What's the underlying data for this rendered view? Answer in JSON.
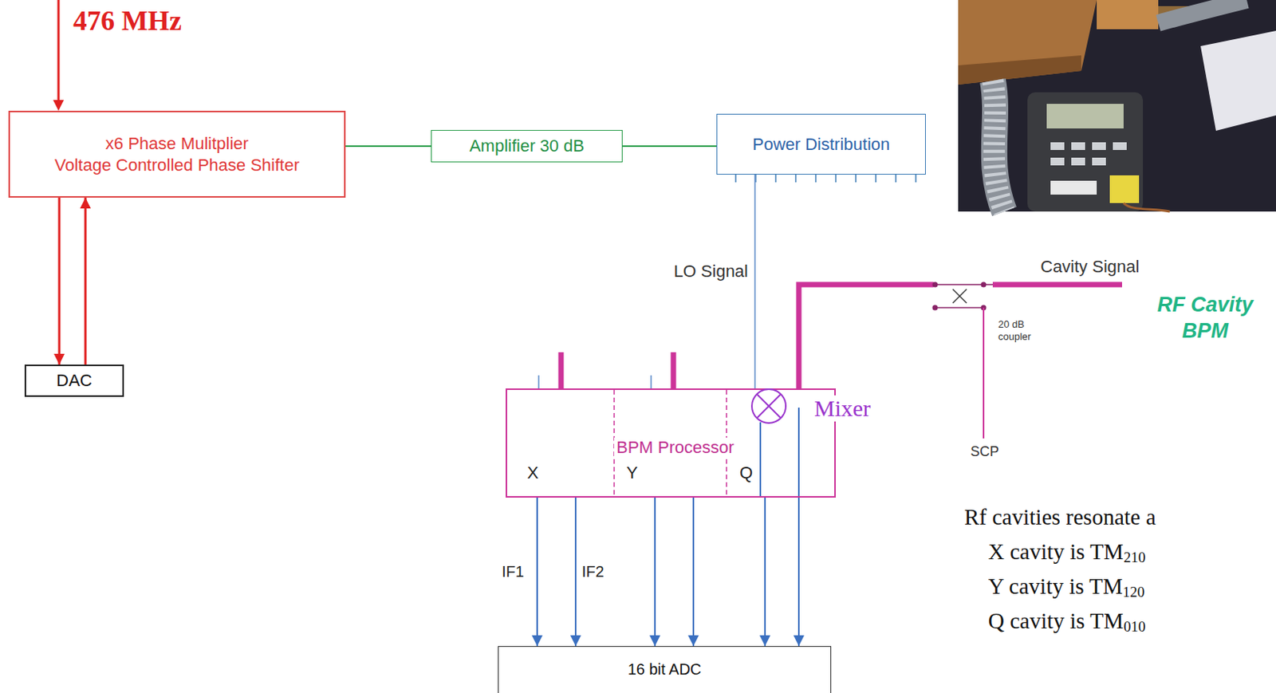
{
  "diagram": {
    "nodes": [
      {
        "text": [
          "x6 Phase Mulitplier",
          "Voltage Controlled Phase Shifter"
        ]
      },
      {
        "text": [
          "Amplifier 30 dB"
        ]
      },
      {
        "text": [
          "Power Distribution"
        ]
      },
      {
        "text": [
          "DAC"
        ]
      },
      {
        "text": [
          "BPM Processor"
        ]
      },
      {
        "text": [
          "Mixer"
        ],
        "in": 4
      },
      {
        "text": [
          "16 bit ADC"
        ]
      }
    ],
    "edges": [
      {
        "from": 0,
        "to": 1,
        "arrow": "none"
      },
      {
        "from": 1,
        "to": 2,
        "arrow": "none"
      },
      {
        "from": 2,
        "to": 4,
        "arrow": "none",
        "label": "LO Signal"
      },
      {
        "from": 0,
        "to": 3,
        "arrow": "to"
      },
      {
        "from": 3,
        "to": 0,
        "arrow": "to"
      },
      {
        "from": 4,
        "to": 6,
        "arrow": "to",
        "label": "IF1"
      },
      {
        "from": 4,
        "to": 6,
        "arrow": "to",
        "label": "IF2"
      },
      {
        "from": 4,
        "to": 6,
        "arrow": "to"
      },
      {
        "from": 4,
        "to": 6,
        "arrow": "to"
      },
      {
        "from": 4,
        "to": 6,
        "arrow": "to"
      },
      {
        "from": 4,
        "to": 6,
        "arrow": "to"
      }
    ],
    "labels": [
      "476 MHz",
      "Cavity Signal",
      "20 dB coupler",
      "SCP",
      "RF Cavity BPM",
      "X",
      "Y",
      "Q",
      "Rf cavities resonate a",
      "X cavity is TM",
      "210",
      "Y cavity is TM",
      "120",
      "Q cavity is TM",
      "010"
    ]
  }
}
